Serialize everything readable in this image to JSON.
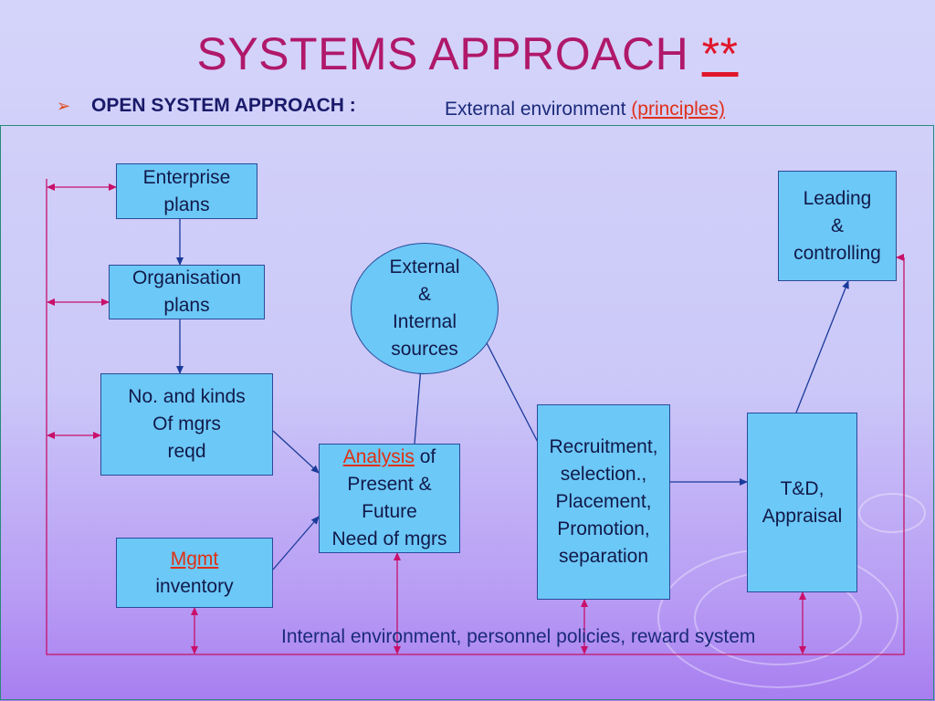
{
  "title": {
    "text": "SYSTEMS APPROACH",
    "stars": "**"
  },
  "subtitle": "OPEN SYSTEM APPROACH :",
  "external_env": {
    "text": "External environment",
    "link": "(principles)"
  },
  "boxes": {
    "enterprise": [
      "Enterprise",
      "plans"
    ],
    "organisation": [
      "Organisation",
      "plans"
    ],
    "nokinds": [
      "No. and kinds",
      "Of mgrs",
      "reqd"
    ],
    "mgmt": {
      "highlight": "Mgmt",
      "rest": "inventory"
    },
    "analysis": {
      "highlight": "Analysis",
      "rest1": " of",
      "lines": [
        "Present &",
        "Future",
        "Need of mgrs"
      ]
    },
    "sources": [
      "External",
      "&",
      "Internal",
      "sources"
    ],
    "recruitment": [
      "Recruitment,",
      "selection.,",
      "Placement,",
      "Promotion,",
      "separation"
    ],
    "td": [
      "T&D,",
      "Appraisal"
    ],
    "leading": [
      "Leading",
      "&",
      "controlling"
    ]
  },
  "internal_env": "Internal environment, personnel policies, reward system",
  "colors": {
    "title": "#b0186a",
    "box_fill": "#6cc8f7",
    "arrow_blue": "#1a3a9a",
    "arrow_magenta": "#c8106a",
    "highlight": "#e03010"
  }
}
